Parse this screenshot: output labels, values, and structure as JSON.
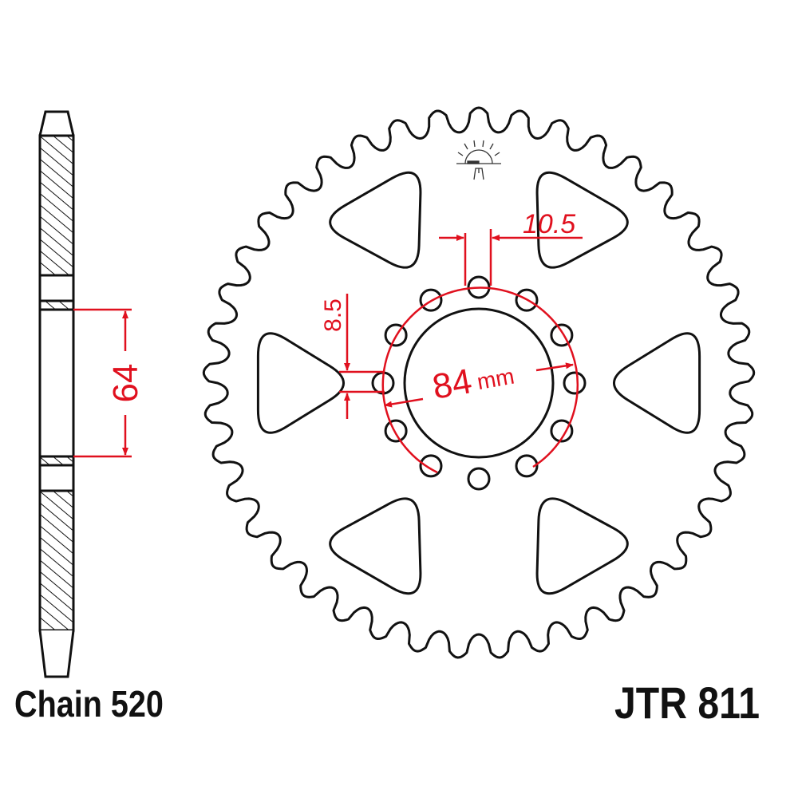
{
  "labels": {
    "chain": "Chain 520",
    "part_number": "JTR 811"
  },
  "dimensions": {
    "bore_depth": "64",
    "bolt_hole": "8.5",
    "web_width": "10.5",
    "pcd_value": "84",
    "pcd_unit": "mm"
  },
  "sprocket": {
    "teeth": 41,
    "bolt_holes": 12,
    "lightening_holes": 6
  },
  "colors": {
    "line": "#111111",
    "dimension": "#e0101e"
  }
}
